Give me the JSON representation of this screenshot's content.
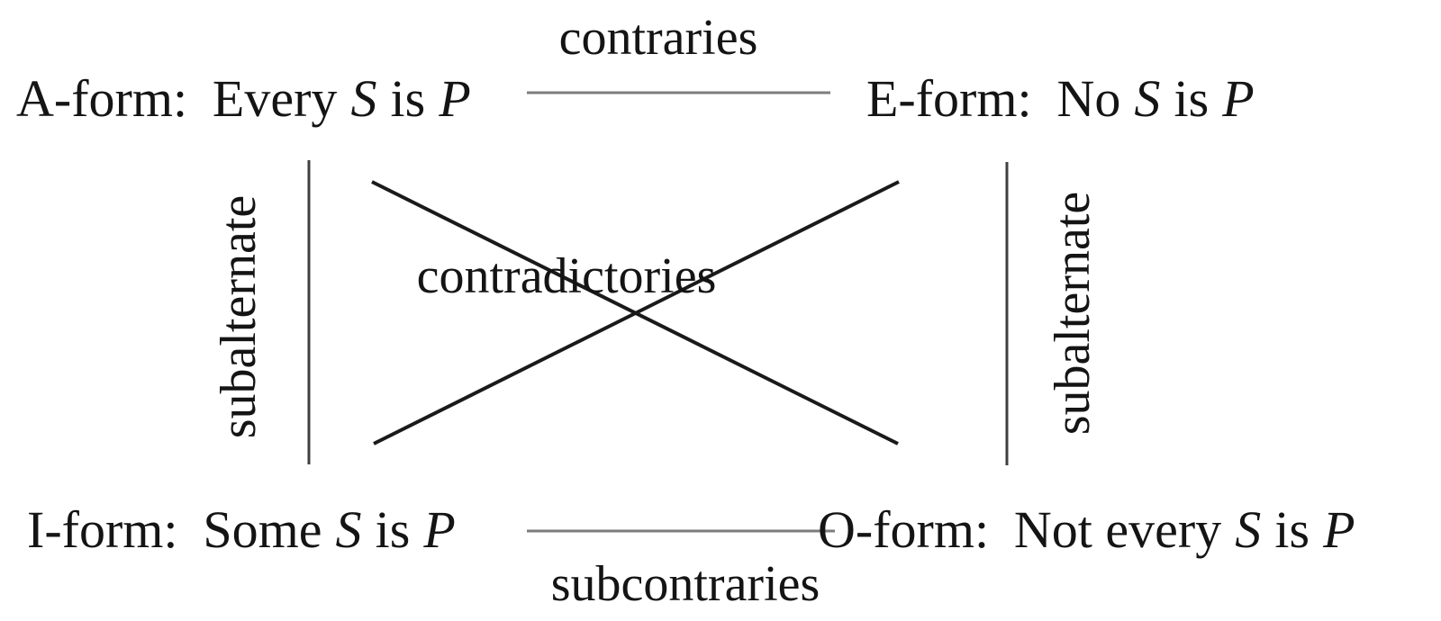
{
  "diagram": {
    "title_implicit": "square of opposition",
    "text_color": "#141414",
    "background": "#ffffff"
  },
  "corners": {
    "A": {
      "form": "A-form:",
      "statement": {
        "w1": "Every",
        "subject": "S",
        "copula": "is",
        "predicate": "P"
      }
    },
    "E": {
      "form": "E-form:",
      "statement": {
        "w1": "No",
        "subject": "S",
        "copula": "is",
        "predicate": "P"
      }
    },
    "I": {
      "form": "I-form:",
      "statement": {
        "w1": "Some",
        "subject": "S",
        "copula": "is",
        "predicate": "P"
      }
    },
    "O": {
      "form": "O-form:",
      "statement": {
        "w1": "Not every",
        "subject": "S",
        "copula": "is",
        "predicate": "P"
      }
    }
  },
  "relations": {
    "contraries": "contraries",
    "subcontraries": "subcontraries",
    "contradictories": "contradictories",
    "subalternate_left": "subalternate",
    "subalternate_right": "subalternate"
  },
  "colors": {
    "horizontal_line": "#7d7d7d",
    "vertical_line": "#3f3f3f",
    "diagonal_line": "#1a1a1a"
  }
}
